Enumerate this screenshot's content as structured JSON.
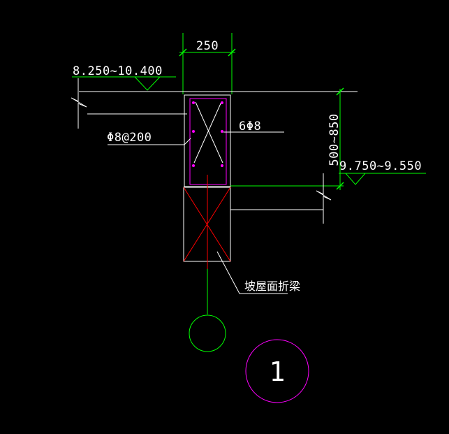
{
  "drawing": {
    "dim_width": "250",
    "elev_top": "8.250~10.400",
    "elev_right": "9.750~9.550",
    "dim_height": "500~850",
    "stirrup": "Φ8@200",
    "longitudinal_bars": "6Φ8",
    "beam_note": "坡屋面折梁",
    "section_number": "1"
  },
  "colors": {
    "background": "#000000",
    "line_green": "#00ff00",
    "line_white": "#ffffff",
    "rebar_magenta": "#ff00ff",
    "cut_red": "#ff0000",
    "section_circle": "#ff00ff"
  }
}
